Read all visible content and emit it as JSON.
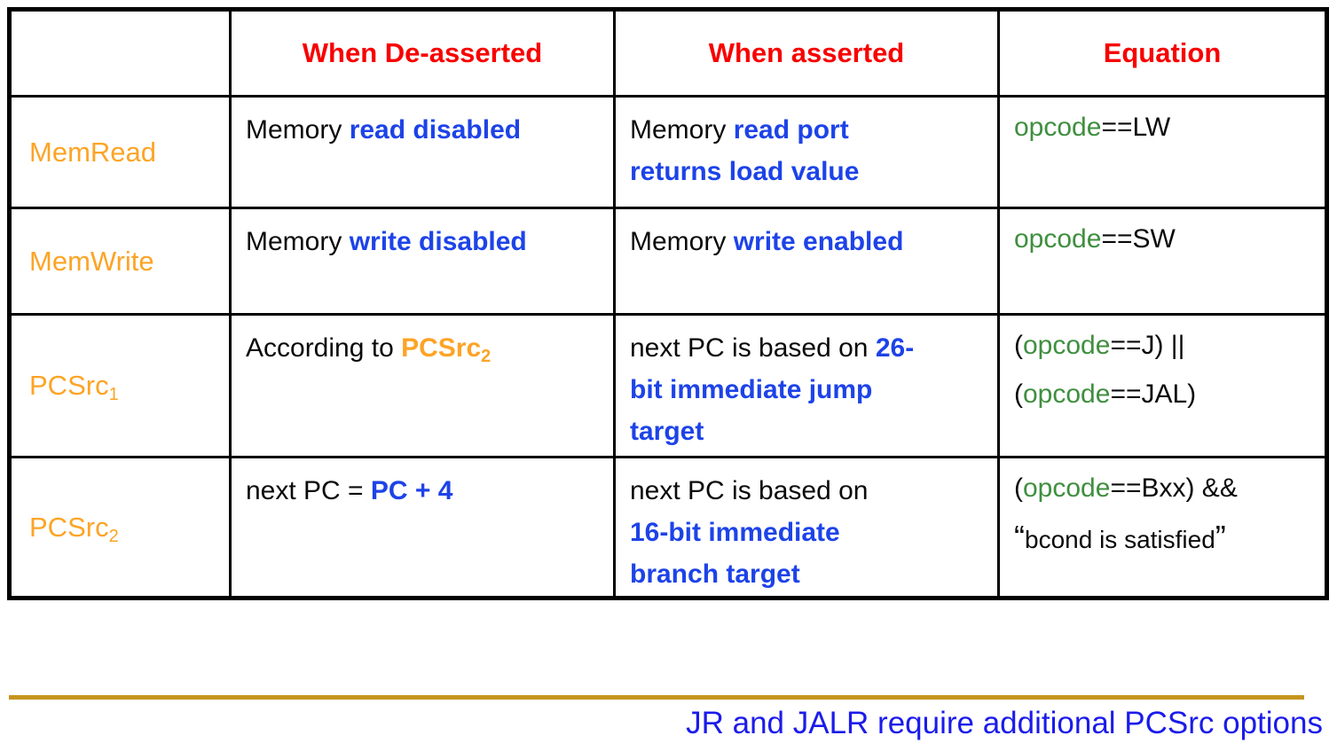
{
  "colors": {
    "header_red": "#f80000",
    "signal_orange": "#fca426",
    "emphasis_blue": "#1d43e8",
    "equation_green": "#3f8f3f",
    "divider_gold": "#c6951f",
    "footer_blue": "#1b1bea",
    "border_black": "#000000"
  },
  "table": {
    "headers": [
      "",
      "When De-asserted",
      "When asserted",
      "Equation"
    ],
    "rows": [
      {
        "signal": {
          "name": "MemRead",
          "sub": ""
        },
        "deasserted": {
          "pre": "Memory ",
          "em": "read disabled",
          "orange": "",
          "orange_sub": ""
        },
        "asserted": {
          "pre": "Memory ",
          "em1": "read port",
          "em2": "returns load value",
          "em3": ""
        },
        "equation": {
          "l1_pre": "",
          "l1_green": "opcode",
          "l1_post": "==LW"
        }
      },
      {
        "signal": {
          "name": "MemWrite",
          "sub": ""
        },
        "deasserted": {
          "pre": "Memory ",
          "em": "write disabled",
          "orange": "",
          "orange_sub": ""
        },
        "asserted": {
          "pre": "Memory ",
          "em1": "write enabled",
          "em2": "",
          "em3": ""
        },
        "equation": {
          "l1_pre": "",
          "l1_green": "opcode",
          "l1_post": "==SW"
        }
      },
      {
        "signal": {
          "name": "PCSrc",
          "sub": "1"
        },
        "deasserted": {
          "pre": "According to ",
          "em": "",
          "orange": "PCSrc",
          "orange_sub": "2"
        },
        "asserted": {
          "pre": "next PC is based on ",
          "em1": "26-",
          "em2": "bit immediate jump",
          "em3": "target"
        },
        "equation": {
          "l1_pre": "(",
          "l1_green": "opcode",
          "l1_post": "==J) ||",
          "l2_pre": "(",
          "l2_green": "opcode",
          "l2_post": "==JAL)"
        }
      },
      {
        "signal": {
          "name": "PCSrc",
          "sub": "2"
        },
        "deasserted": {
          "pre": "next PC = ",
          "em": "PC + 4",
          "orange": "",
          "orange_sub": ""
        },
        "asserted": {
          "pre": "next PC is based on",
          "em1": "16-bit immediate",
          "em2": "branch target",
          "em3": ""
        },
        "equation": {
          "l1_pre": "(",
          "l1_green": "opcode",
          "l1_post": "==Bxx) &&",
          "l2_quote_open": "“",
          "l2_text": "bcond is satisfied",
          "l2_quote_close": "”"
        }
      }
    ]
  },
  "footer": {
    "note": "JR and JALR require additional PCSrc options"
  }
}
